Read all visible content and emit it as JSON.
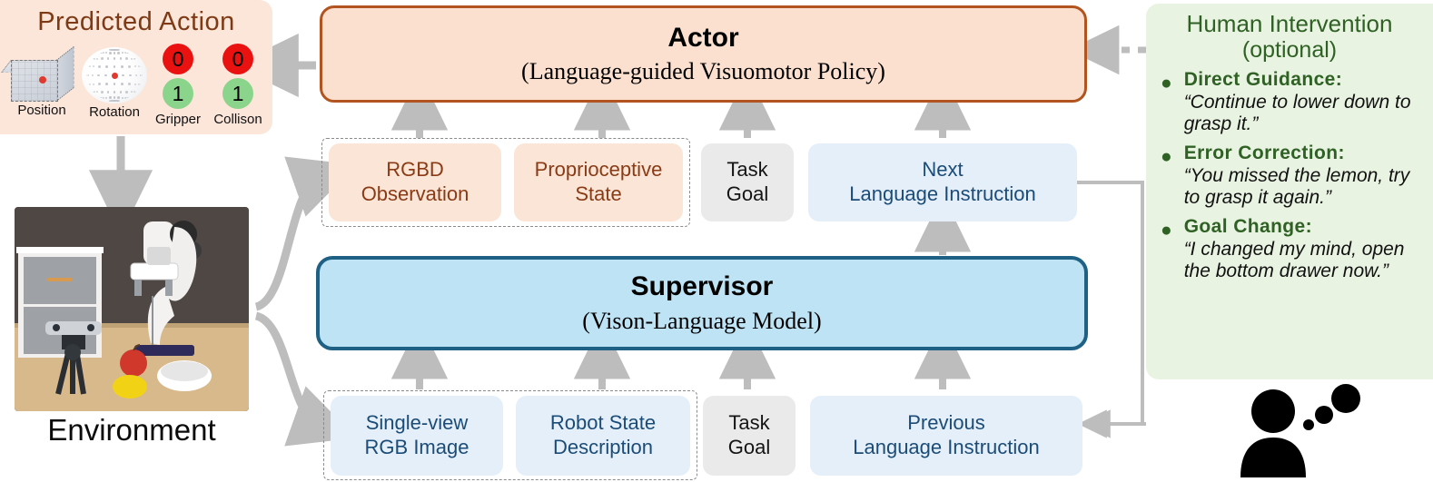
{
  "predicted_action": {
    "title": "Predicted Action",
    "items": [
      {
        "label": "Position",
        "icon": "cube-icon"
      },
      {
        "label": "Rotation",
        "icon": "sphere-icon"
      },
      {
        "label": "Gripper",
        "icon": "binary-indicator",
        "top_value": "0",
        "bottom_value": "1"
      },
      {
        "label": "Collison",
        "icon": "binary-indicator",
        "top_value": "0",
        "bottom_value": "1"
      }
    ],
    "colors": {
      "panel": "#FCE6DA",
      "title": "#7D3A15",
      "red": "#EA1111",
      "green": "#8BD48B"
    }
  },
  "environment": {
    "label": "Environment",
    "scene_description": "Robot arm over a table with an apple, a lemon and a white bowl; fabric drawer cabinet and RealSense camera on tripod at left"
  },
  "actor": {
    "title": "Actor",
    "subtitle": "(Language-guided Visuomotor Policy)",
    "colors": {
      "fill": "#FCE0CF",
      "border": "#B2541F"
    }
  },
  "supervisor": {
    "title": "Supervisor",
    "subtitle": "(Vison-Language Model)",
    "colors": {
      "fill": "#BDE3F5",
      "border": "#1E6184"
    }
  },
  "actor_inputs": [
    {
      "line1": "RGBD",
      "line2": "Observation",
      "style": "peach"
    },
    {
      "line1": "Proprioceptive",
      "line2": "State",
      "style": "peach"
    },
    {
      "line1": "Task",
      "line2": "Goal",
      "style": "grey"
    },
    {
      "line1": "Next",
      "line2": "Language Instruction",
      "style": "blue"
    }
  ],
  "supervisor_inputs": [
    {
      "line1": "Single-view",
      "line2": "RGB Image",
      "style": "blue"
    },
    {
      "line1": "Robot State",
      "line2": "Description",
      "style": "blue"
    },
    {
      "line1": "Task",
      "line2": "Goal",
      "style": "grey"
    },
    {
      "line1": "Previous",
      "line2": "Language Instruction",
      "style": "blue"
    }
  ],
  "human_intervention": {
    "title": "Human Intervention",
    "subtitle": "(optional)",
    "items": [
      {
        "heading": "Direct Guidance:",
        "quote": "“Continue to lower down to grasp it.”"
      },
      {
        "heading": "Error Correction:",
        "quote": "“You missed the lemon, try to grasp it again.”"
      },
      {
        "heading": "Goal Change:",
        "quote": "“I changed my mind, open the bottom drawer now.”"
      }
    ],
    "colors": {
      "panel": "#E9F3E2",
      "text": "#2F6124"
    },
    "person_icon": "person-thinking-icon"
  }
}
